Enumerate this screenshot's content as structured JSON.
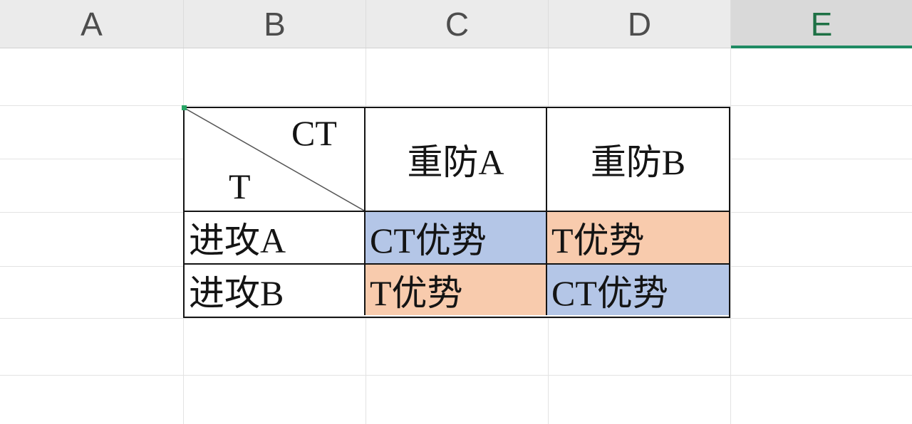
{
  "spreadsheet": {
    "column_headers": [
      {
        "label": "A",
        "selected": false
      },
      {
        "label": "B",
        "selected": false
      },
      {
        "label": "C",
        "selected": false
      },
      {
        "label": "D",
        "selected": false
      },
      {
        "label": "E",
        "selected": true
      }
    ]
  },
  "table": {
    "corner_top_right": "CT",
    "corner_bottom_left": "T",
    "col_headers": [
      "重防A",
      "重防B"
    ],
    "row_headers": [
      "进攻A",
      "进攻B"
    ],
    "cells": [
      [
        "CT优势",
        "T优势"
      ],
      [
        "T优势",
        "CT优势"
      ]
    ],
    "cell_colors": [
      [
        "blue",
        "orange"
      ],
      [
        "orange",
        "blue"
      ]
    ]
  },
  "colors": {
    "cell_blue": "#b4c6e7",
    "cell_orange": "#f8cbad",
    "header_bg": "#ebebeb",
    "selected_header_bg": "#d9d9d9",
    "selected_header_text": "#1e7145",
    "selected_header_underline": "#1f8b63",
    "selection_corner": "#27a464",
    "table_border": "#141414"
  }
}
